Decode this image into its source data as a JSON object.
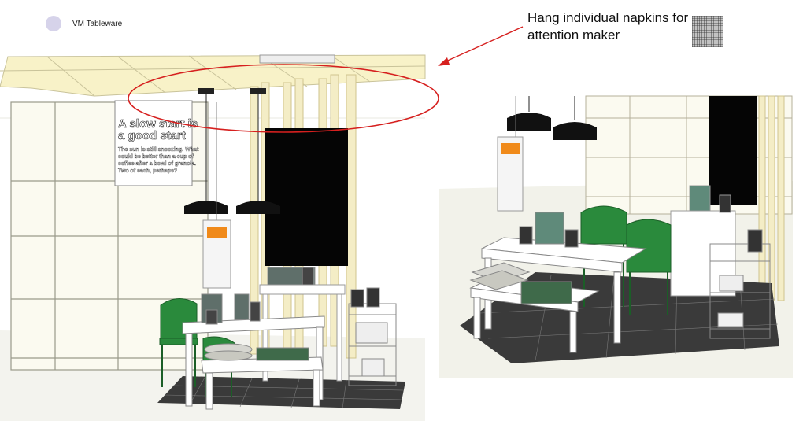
{
  "header": {
    "label": "VM Tableware",
    "dot_color": "#d6d3ea"
  },
  "annotation": {
    "text": "Hang individual napkins for attention maker",
    "arrow_color": "#d6201f",
    "circle_color": "#d6201f"
  },
  "sign": {
    "title_line1": "A slow start is",
    "title_line2": "a good start",
    "body_line1": "The sun is still snoozing. What",
    "body_line2": "could be better than a cup of",
    "body_line3": "coffee after a bowl of granola.",
    "body_line4": "Two of each, perhaps?"
  },
  "colors": {
    "chair_green": "#2a8a3c",
    "shelf_frame": "#f4f2de",
    "ceiling_beam": "#f8f2c8",
    "tag_orange": "#f08a1a",
    "rug_dark": "#3a3a3a"
  }
}
